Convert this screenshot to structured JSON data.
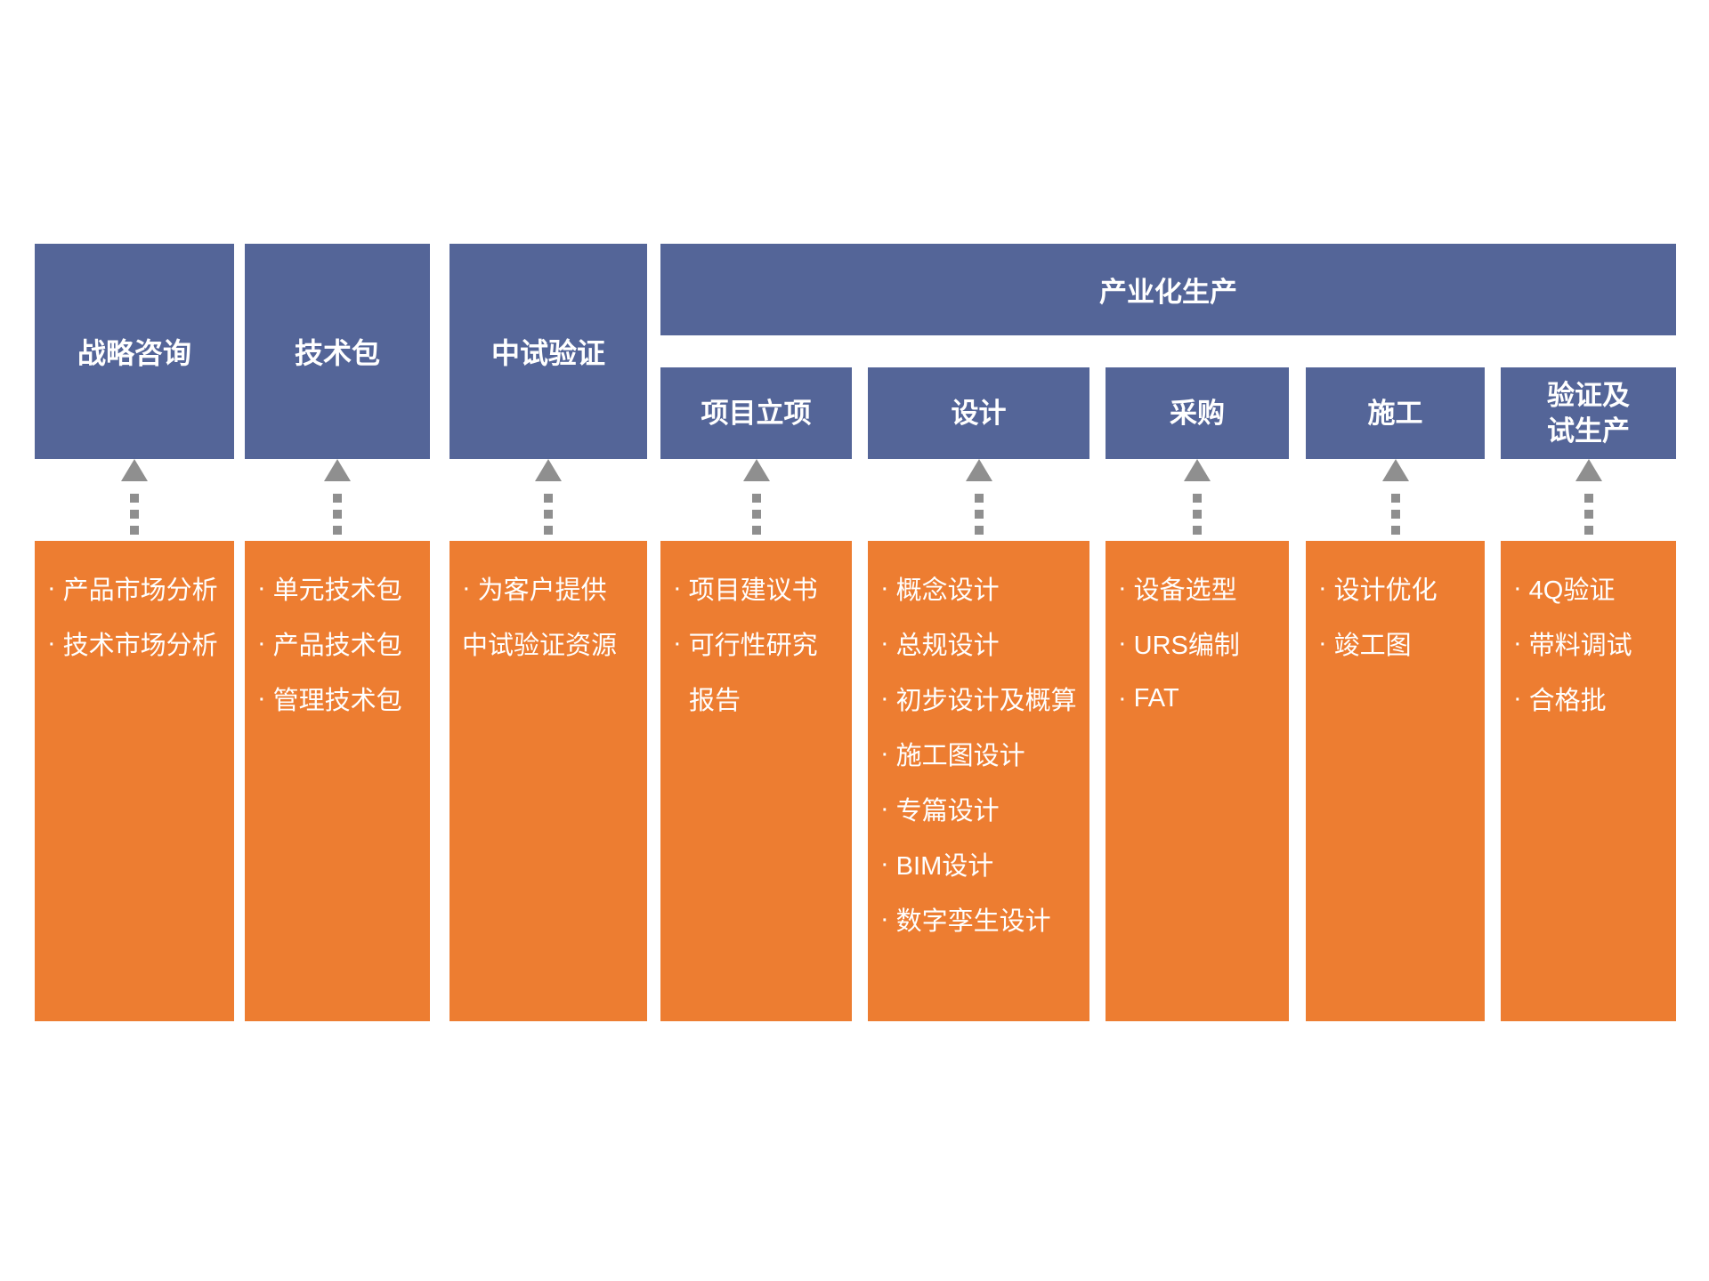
{
  "diagram": {
    "group_header": "产业化生产",
    "bullet_char": "·",
    "colors": {
      "blue": "#546598",
      "orange": "#ED7D31",
      "arrow_gray": "#8F8F8F",
      "background": "#FFFFFF",
      "text_on_fill": "#FFFFFF"
    },
    "columns": [
      {
        "header": "战略咨询",
        "items": [
          {
            "text": "产品市场分析",
            "bullet": true
          },
          {
            "text": "技术市场分析",
            "bullet": true
          }
        ]
      },
      {
        "header": "技术包",
        "items": [
          {
            "text": "单元技术包",
            "bullet": true
          },
          {
            "text": "产品技术包",
            "bullet": true
          },
          {
            "text": "管理技术包",
            "bullet": true
          }
        ]
      },
      {
        "header": "中试验证",
        "items": [
          {
            "text": "为客户提供",
            "bullet": true
          },
          {
            "text": "中试验证资源",
            "bullet": false
          }
        ]
      },
      {
        "header": "项目立项",
        "items": [
          {
            "text": "项目建议书",
            "bullet": true
          },
          {
            "text": "可行性研究",
            "bullet": true
          },
          {
            "text": "报告",
            "bullet": false,
            "indent": true
          }
        ]
      },
      {
        "header": "设计",
        "items": [
          {
            "text": "概念设计",
            "bullet": true
          },
          {
            "text": "总规设计",
            "bullet": true
          },
          {
            "text": "初步设计及概算",
            "bullet": true
          },
          {
            "text": "施工图设计",
            "bullet": true
          },
          {
            "text": "专篇设计",
            "bullet": true
          },
          {
            "text": "BIM设计",
            "bullet": true
          },
          {
            "text": "数字孪生设计",
            "bullet": true
          }
        ]
      },
      {
        "header": "采购",
        "items": [
          {
            "text": "设备选型",
            "bullet": true
          },
          {
            "text": "URS编制",
            "bullet": true
          },
          {
            "text": "FAT",
            "bullet": true
          }
        ]
      },
      {
        "header": "施工",
        "items": [
          {
            "text": "设计优化",
            "bullet": true
          },
          {
            "text": "竣工图",
            "bullet": true
          }
        ]
      },
      {
        "header": "验证及\n试生产",
        "items": [
          {
            "text": "4Q验证",
            "bullet": true
          },
          {
            "text": "带料调试",
            "bullet": true
          },
          {
            "text": "合格批",
            "bullet": true
          }
        ]
      }
    ]
  }
}
